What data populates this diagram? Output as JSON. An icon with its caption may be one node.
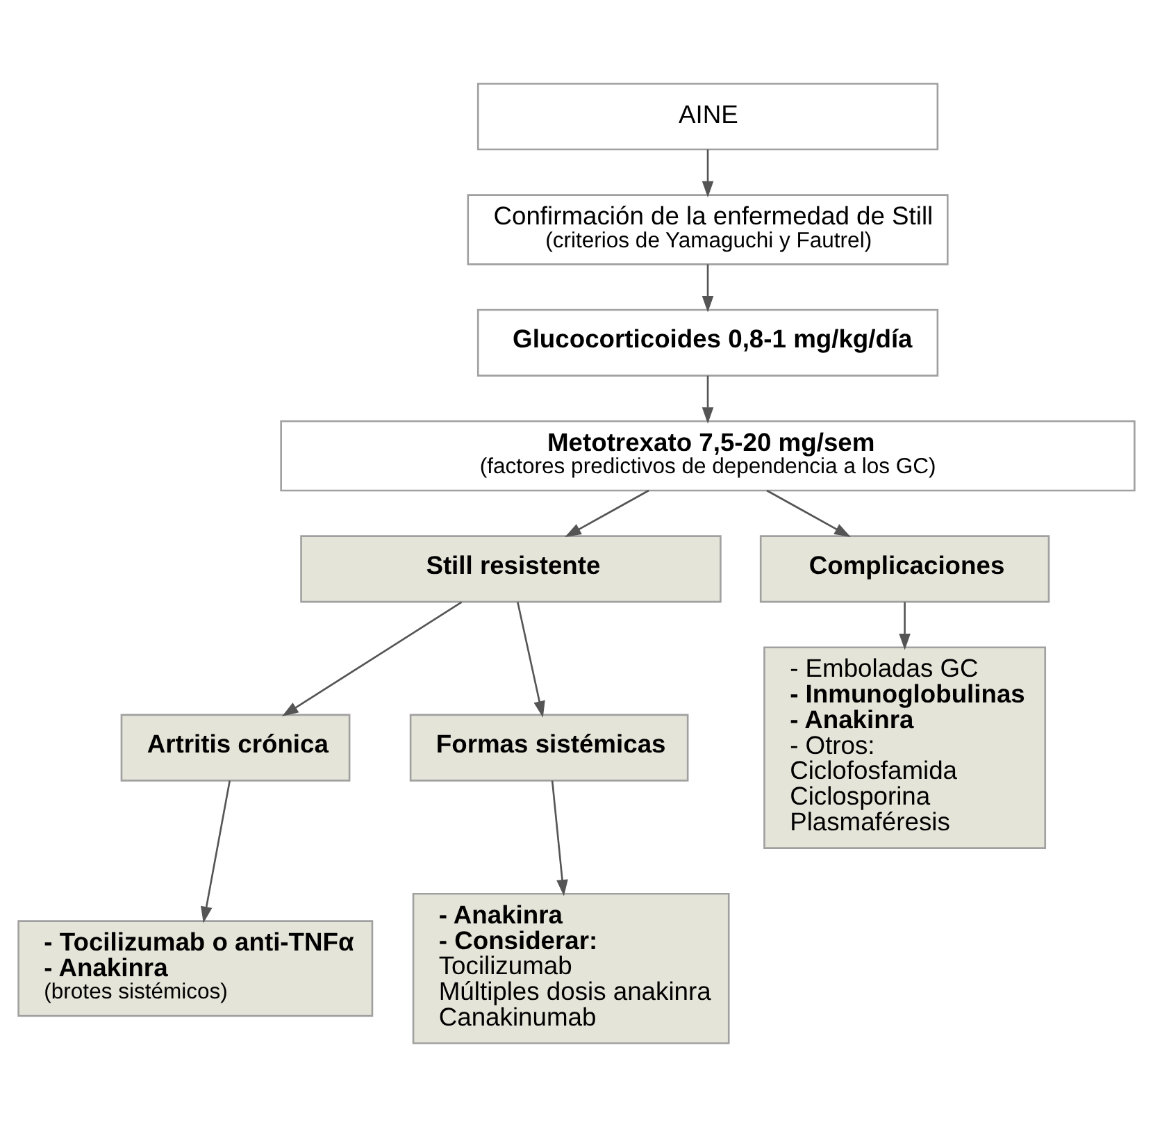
{
  "diagram": {
    "nodes": [
      {
        "text": [
          "AINE"
        ]
      },
      {
        "text": [
          "Confirmación de la enfermedad de Still",
          "(criterios de Yamaguchi y Fautrel)"
        ]
      },
      {
        "text": [
          "Glucocorticoides 0,8-1 mg/kg/día"
        ]
      },
      {
        "text": [
          "Metotrexato 7,5-20 mg/sem",
          "(factores predictivos de dependencia a los GC)"
        ]
      },
      {
        "text": [
          "Still resistente"
        ]
      },
      {
        "text": [
          "Complicaciones"
        ]
      },
      {
        "text": [
          "Artritis crónica"
        ]
      },
      {
        "text": [
          "Formas sistémicas"
        ]
      },
      {
        "text": [
          "- Tocilizumab o anti-TNFα",
          "- Anakinra",
          "(brotes sistémicos)"
        ]
      },
      {
        "text": [
          "- Anakinra",
          "- Considerar:",
          "Tocilizumab",
          "Múltiples dosis anakinra",
          "Canakinumab"
        ]
      },
      {
        "text": [
          "- Emboladas GC",
          "- Inmunoglobulinas",
          "- Anakinra",
          "- Otros:",
          "Ciclofosfamida",
          "Ciclosporina",
          "Plasmaféresis"
        ]
      }
    ],
    "edges": [
      {
        "from": 0,
        "to": 1,
        "arrow": "to"
      },
      {
        "from": 1,
        "to": 2,
        "arrow": "to"
      },
      {
        "from": 2,
        "to": 3,
        "arrow": "to"
      },
      {
        "from": 3,
        "to": 4,
        "arrow": "to"
      },
      {
        "from": 3,
        "to": 5,
        "arrow": "to"
      },
      {
        "from": 4,
        "to": 6,
        "arrow": "to"
      },
      {
        "from": 4,
        "to": 7,
        "arrow": "to"
      },
      {
        "from": 6,
        "to": 8,
        "arrow": "to"
      },
      {
        "from": 7,
        "to": 9,
        "arrow": "to"
      },
      {
        "from": 5,
        "to": 10,
        "arrow": "to"
      }
    ]
  }
}
